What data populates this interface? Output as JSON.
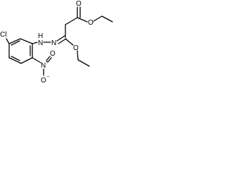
{
  "molecule": {
    "atoms": {
      "cl": "Cl",
      "nh_n": "N",
      "nh_h": "H",
      "n_azo": "N",
      "o_ether": "O",
      "o_ester": "O",
      "o_carbonyl": "O",
      "nitro_n": "N",
      "nitro_n_charge": "+",
      "nitro_o_top": "O",
      "nitro_o_bottom": "O",
      "nitro_o_charge": "−"
    }
  }
}
